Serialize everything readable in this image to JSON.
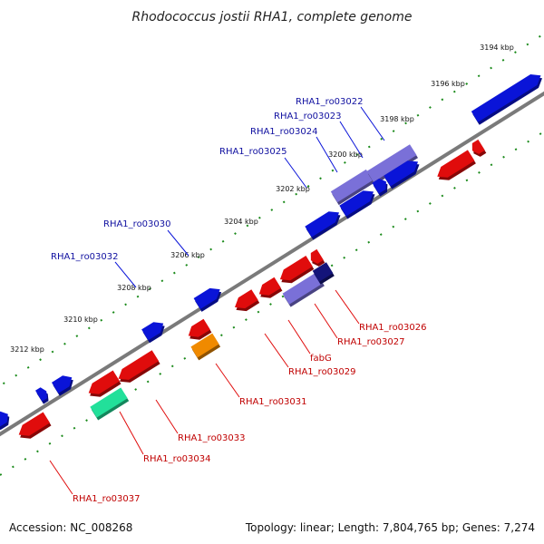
{
  "title": "Rhodococcus jostii RHA1, complete genome",
  "footer": {
    "accession": "Accession: NC_008268",
    "summary": "Topology: linear; Length: 7,804,765 bp; Genes: 7,274"
  },
  "ticks": [
    "3194 kbp",
    "3196 kbp",
    "3198 kbp",
    "3200 kbp",
    "3202 kbp",
    "3204 kbp",
    "3206 kbp",
    "3208 kbp",
    "3210 kbp",
    "3212 kbp"
  ],
  "upper_labels": [
    "RHA1_ro03022",
    "RHA1_ro03023",
    "RHA1_ro03024",
    "RHA1_ro03025",
    "RHA1_ro03030",
    "RHA1_ro03032"
  ],
  "lower_labels": [
    "RHA1_ro03026",
    "RHA1_ro03027",
    "fabG",
    "RHA1_ro03029",
    "RHA1_ro03031",
    "RHA1_ro03033",
    "RHA1_ro03034",
    "RHA1_ro03037"
  ],
  "colors": {
    "blue_gene": "#0a14d8",
    "purple_gene": "#7a70d8",
    "red_gene": "#e00c0c",
    "orange_gene": "#f08a00",
    "teal_gene": "#22e09a",
    "navy_gene": "#14147a",
    "upper_label_text": "#1010a0",
    "lower_label_text": "#c00000",
    "dotted_track": "#1a8a1a",
    "backbone": "#808080"
  }
}
